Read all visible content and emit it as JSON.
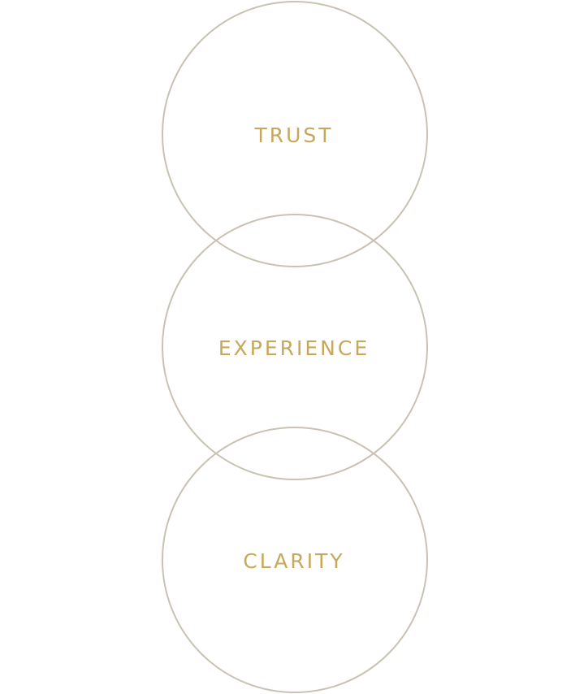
{
  "colors": {
    "circle_stroke": "#c9c2b4",
    "label_text": "#c7a85a",
    "background": "#ffffff"
  },
  "circles": [
    {
      "label": "TRUST"
    },
    {
      "label": "EXPERIENCE"
    },
    {
      "label": "CLARITY"
    }
  ]
}
